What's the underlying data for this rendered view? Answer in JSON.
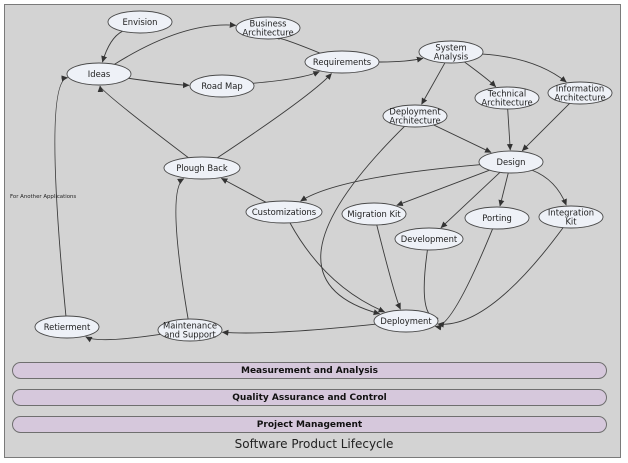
{
  "caption": "Software Product Lifecycle",
  "bars": [
    {
      "id": "measurement",
      "label": "Measurement and Analysis"
    },
    {
      "id": "quality",
      "label": "Quality Assurance and Control"
    },
    {
      "id": "project",
      "label": "Project Management"
    }
  ],
  "nodes": [
    {
      "id": "envision",
      "lines": [
        "Envision"
      ]
    },
    {
      "id": "business-architecture",
      "lines": [
        "Business",
        "Architecture"
      ]
    },
    {
      "id": "ideas",
      "lines": [
        "Ideas"
      ]
    },
    {
      "id": "road-map",
      "lines": [
        "Road Map"
      ]
    },
    {
      "id": "requirements",
      "lines": [
        "Requirements"
      ]
    },
    {
      "id": "system-analysis",
      "lines": [
        "System",
        "Analysis"
      ]
    },
    {
      "id": "technical-architecture",
      "lines": [
        "Technical",
        "Architecture"
      ]
    },
    {
      "id": "information-architecture",
      "lines": [
        "Information",
        "Architecture"
      ]
    },
    {
      "id": "deployment-architecture",
      "lines": [
        "Deployment",
        "Architecture"
      ]
    },
    {
      "id": "design",
      "lines": [
        "Design"
      ]
    },
    {
      "id": "plough-back",
      "lines": [
        "Plough Back"
      ]
    },
    {
      "id": "customizations",
      "lines": [
        "Customizations"
      ]
    },
    {
      "id": "migration-kit",
      "lines": [
        "Migration Kit"
      ]
    },
    {
      "id": "porting",
      "lines": [
        "Porting"
      ]
    },
    {
      "id": "integration-kit",
      "lines": [
        "Integration",
        "Kit"
      ]
    },
    {
      "id": "development",
      "lines": [
        "Development"
      ]
    },
    {
      "id": "retierment",
      "lines": [
        "Retierment"
      ]
    },
    {
      "id": "maintenance-and-support",
      "lines": [
        "Maintenance",
        "and Support"
      ]
    },
    {
      "id": "deployment",
      "lines": [
        "Deployment"
      ]
    }
  ],
  "edges": [
    {
      "from": "envision",
      "to": "ideas"
    },
    {
      "from": "ideas",
      "to": "business-architecture"
    },
    {
      "from": "ideas",
      "to": "road-map"
    },
    {
      "from": "road-map",
      "to": "requirements"
    },
    {
      "from": "requirements",
      "to": "business-architecture"
    },
    {
      "from": "requirements",
      "to": "system-analysis"
    },
    {
      "from": "system-analysis",
      "to": "technical-architecture"
    },
    {
      "from": "system-analysis",
      "to": "information-architecture"
    },
    {
      "from": "system-analysis",
      "to": "deployment-architecture"
    },
    {
      "from": "technical-architecture",
      "to": "design"
    },
    {
      "from": "information-architecture",
      "to": "design"
    },
    {
      "from": "deployment-architecture",
      "to": "design"
    },
    {
      "from": "deployment-architecture",
      "to": "deployment"
    },
    {
      "from": "design",
      "to": "customizations"
    },
    {
      "from": "design",
      "to": "migration-kit"
    },
    {
      "from": "design",
      "to": "development"
    },
    {
      "from": "design",
      "to": "porting"
    },
    {
      "from": "design",
      "to": "integration-kit"
    },
    {
      "from": "customizations",
      "to": "plough-back"
    },
    {
      "from": "customizations",
      "to": "deployment"
    },
    {
      "from": "migration-kit",
      "to": "deployment"
    },
    {
      "from": "development",
      "to": "deployment"
    },
    {
      "from": "porting",
      "to": "deployment"
    },
    {
      "from": "integration-kit",
      "to": "deployment"
    },
    {
      "from": "plough-back",
      "to": "ideas"
    },
    {
      "from": "plough-back",
      "to": "requirements"
    },
    {
      "from": "deployment",
      "to": "maintenance-and-support"
    },
    {
      "from": "maintenance-and-support",
      "to": "plough-back"
    },
    {
      "from": "maintenance-and-support",
      "to": "retierment"
    },
    {
      "from": "retierment",
      "to": "ideas",
      "label": "For Another Applications"
    }
  ]
}
